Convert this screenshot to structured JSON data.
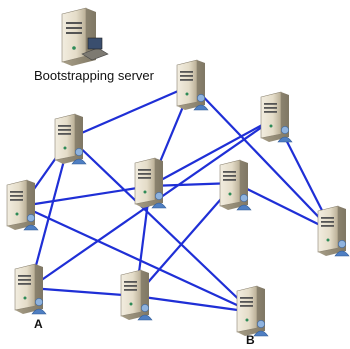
{
  "diagram": {
    "bootstrap_label": "Bootstrapping server",
    "node_a_label": "A",
    "node_b_label": "B",
    "edge_color": "#1f2fd6",
    "nodes": [
      "n1",
      "n2",
      "n3",
      "n4",
      "n5",
      "n6",
      "n7",
      "n8",
      "n9",
      "n10",
      "n11"
    ],
    "edges": [
      [
        "n1",
        "n2"
      ],
      [
        "n1",
        "n3"
      ],
      [
        "n1",
        "n7"
      ],
      [
        "n1",
        "n9"
      ],
      [
        "n2",
        "n4"
      ],
      [
        "n2",
        "n10"
      ],
      [
        "n3",
        "n4"
      ],
      [
        "n3",
        "n9"
      ],
      [
        "n4",
        "n5"
      ],
      [
        "n4",
        "n6"
      ],
      [
        "n4",
        "n8"
      ],
      [
        "n5",
        "n7"
      ],
      [
        "n5",
        "n10"
      ],
      [
        "n6",
        "n11"
      ],
      [
        "n6",
        "n8"
      ],
      [
        "n7",
        "n8"
      ],
      [
        "n8",
        "n9"
      ],
      [
        "n10",
        "n11"
      ]
    ]
  }
}
